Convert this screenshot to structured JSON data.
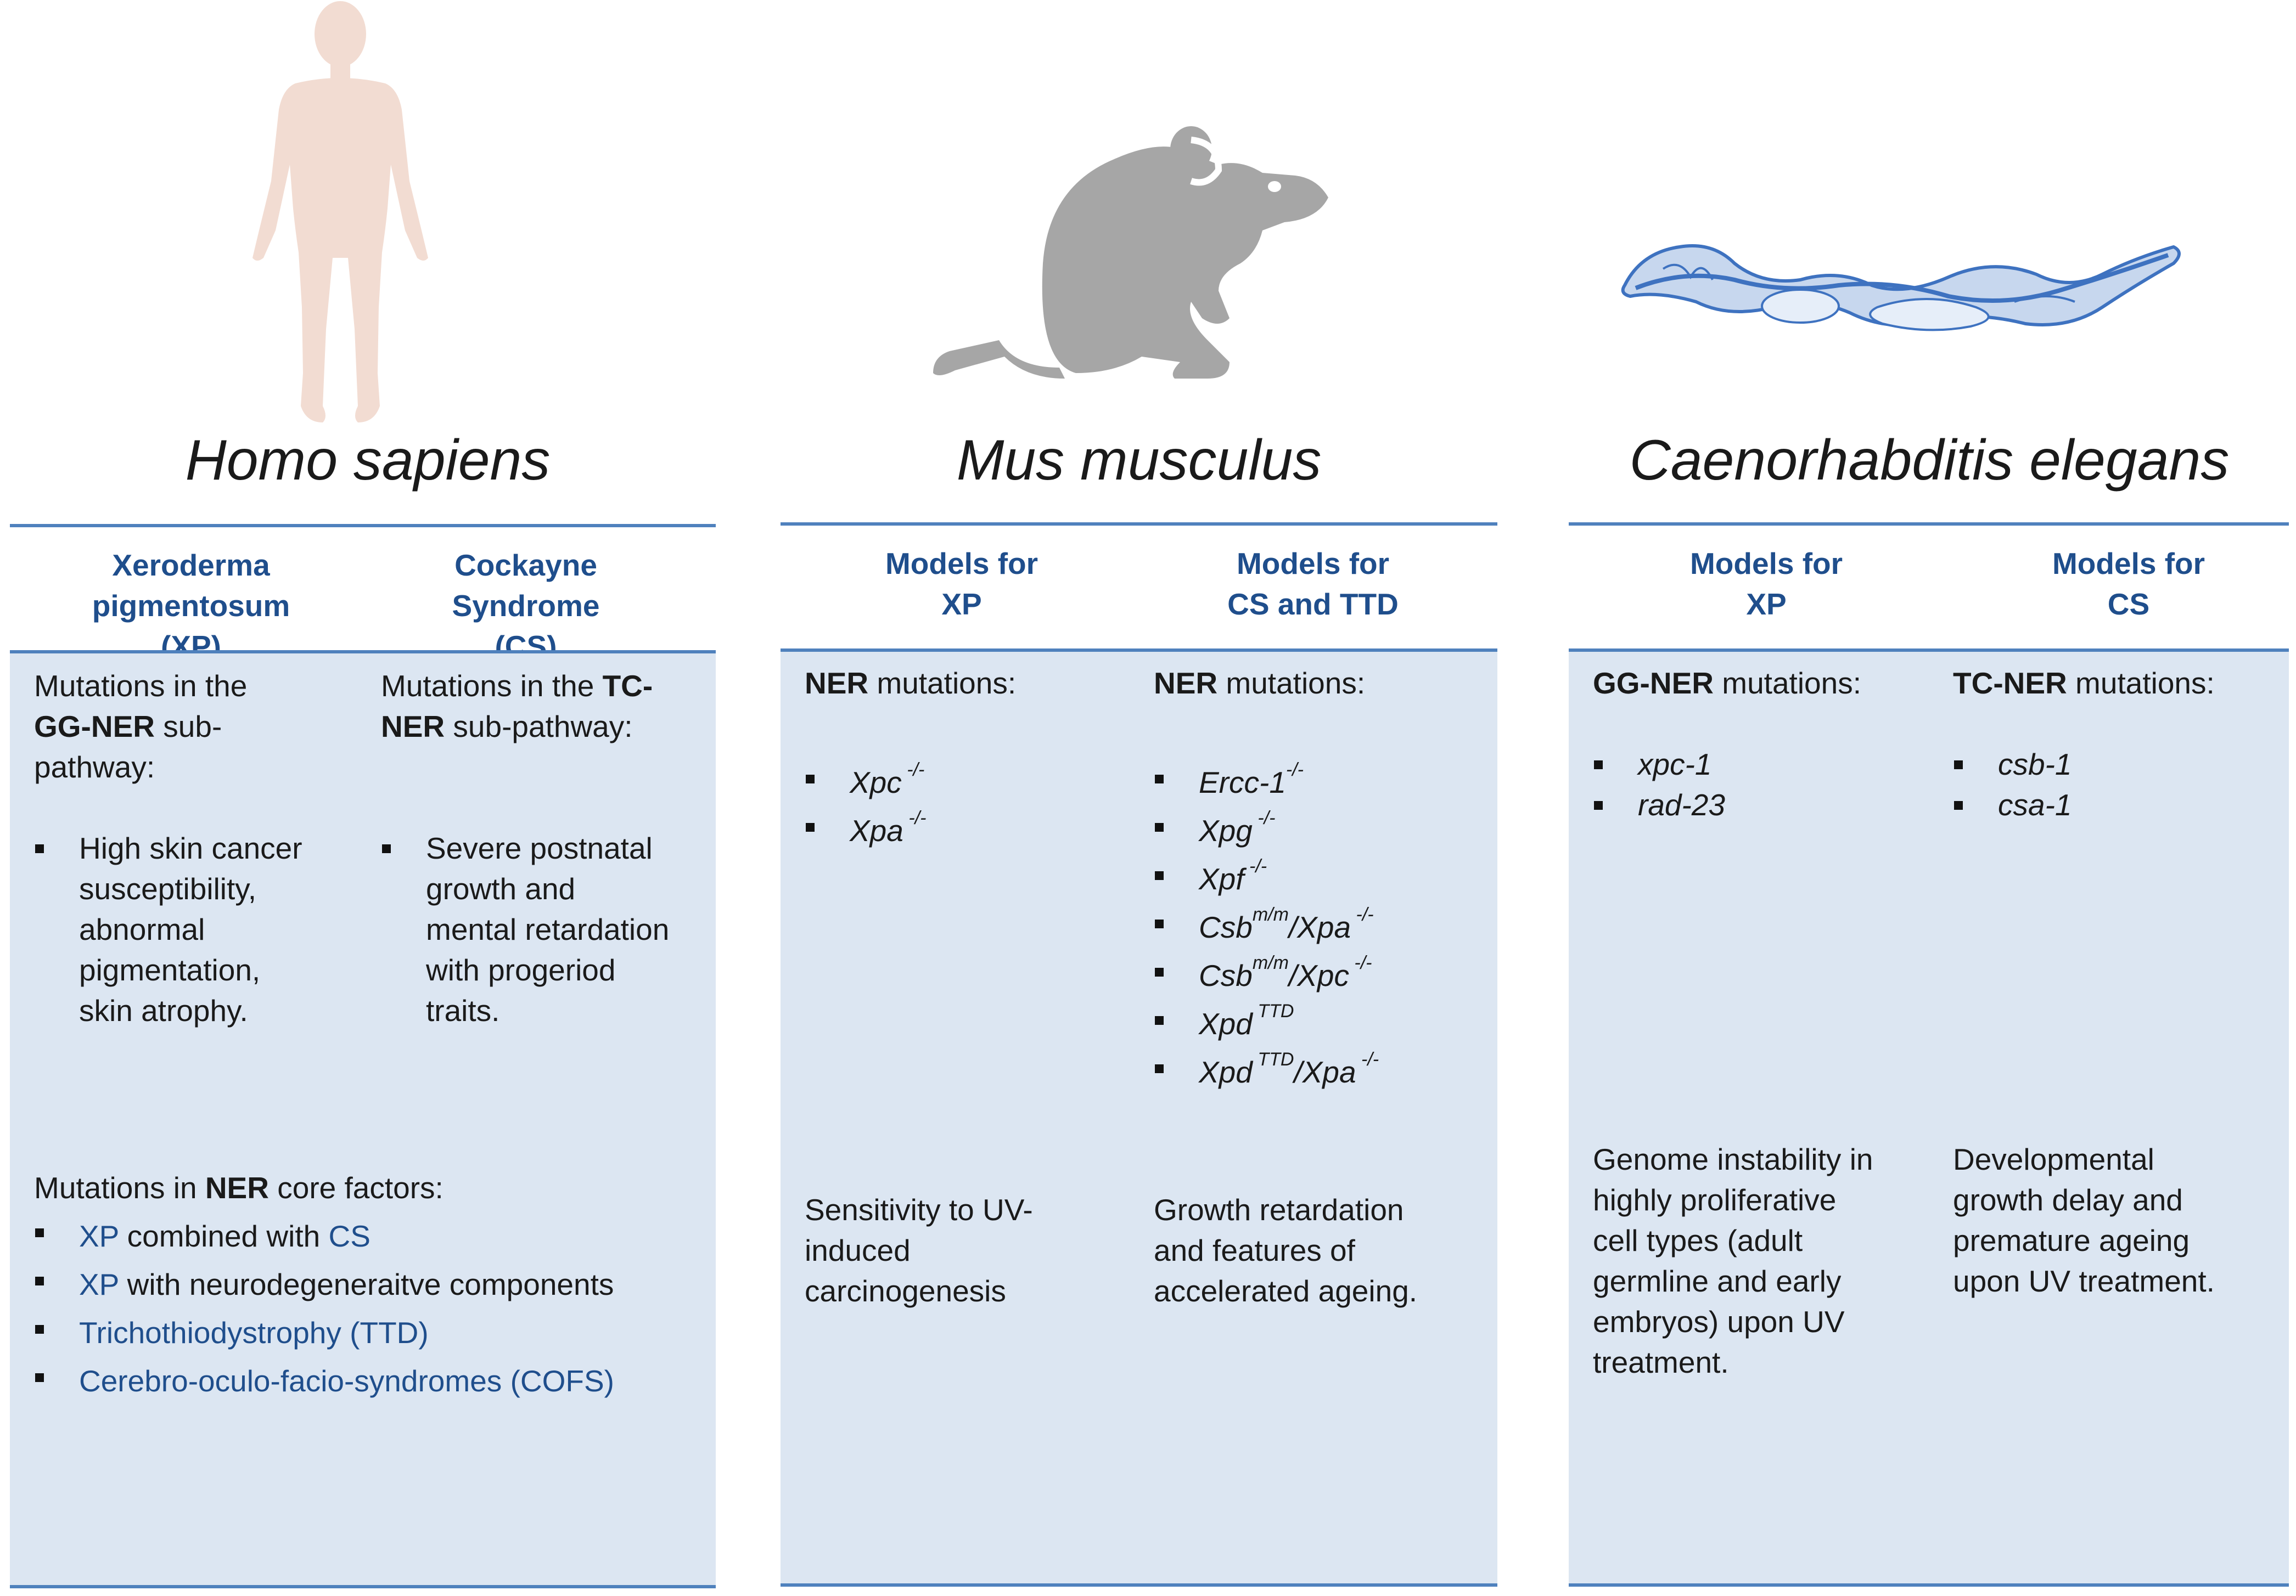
{
  "organisms": [
    {
      "title": "Homo sapiens"
    },
    {
      "title": "Mus musculus"
    },
    {
      "title": "Caenorhabditis elegans"
    }
  ],
  "human": {
    "headers": [
      {
        "l1": "Xeroderma",
        "l2": "pigmentosum",
        "l3": "(XP)"
      },
      {
        "l1": "Cockayne",
        "l2": "Syndrome",
        "l3": "(CS)"
      }
    ],
    "left": {
      "intro_a": "Mutations  in the",
      "intro_bold": "GG-NER",
      "intro_b": " sub-",
      "intro_c": "pathway:",
      "bullet_lines": [
        "High skin cancer",
        "susceptibility,",
        "abnormal",
        "pigmentation,",
        "skin atrophy."
      ]
    },
    "right": {
      "intro_a": "Mutations in the ",
      "intro_bold1": "TC-",
      "intro_bold2": "NER",
      "intro_b": " sub-pathway:",
      "bullet_lines": [
        "Severe postnatal",
        "growth and",
        "mental retardation",
        "with progeriod",
        "traits."
      ]
    },
    "core": {
      "intro_a": "Mutations in ",
      "intro_bold": "NER",
      "intro_b": " core factors:",
      "items": [
        {
          "a": "XP",
          "b": " combined with ",
          "c": "CS"
        },
        {
          "a": "XP",
          "b": " with neurodegeneraitve components"
        },
        {
          "a": "Trichothiodystrophy (TTD)"
        },
        {
          "a": "Cerebro-oculo-facio-syndromes (COFS)"
        }
      ]
    }
  },
  "mouse": {
    "headers": [
      {
        "l1": "Models for",
        "l2": "XP"
      },
      {
        "l1": "Models for",
        "l2": "CS and TTD"
      }
    ],
    "left": {
      "intro_bold": "NER",
      "intro_b": " mutations:",
      "genes": [
        {
          "name": "Xpc",
          "sup": " -/-"
        },
        {
          "name": "Xpa",
          "sup": " -/-"
        }
      ],
      "phenotype": [
        "Sensitivity to UV-",
        "induced",
        "carcinogenesis"
      ]
    },
    "right": {
      "intro_bold": "NER",
      "intro_b": " mutations:",
      "genes": [
        {
          "name": "Ercc-1",
          "sup": "-/-",
          "rest": "",
          "rest_sup": ""
        },
        {
          "name": "Xpg",
          "sup": " -/-",
          "rest": "",
          "rest_sup": ""
        },
        {
          "name": "Xpf",
          "sup": " -/-",
          "rest": "",
          "rest_sup": ""
        },
        {
          "name": "Csb",
          "sup": "m/m",
          "rest": "/Xpa",
          "rest_sup": " -/-"
        },
        {
          "name": "Csb",
          "sup": "m/m",
          "rest": "/Xpc",
          "rest_sup": " -/-"
        },
        {
          "name": "Xpd",
          "sup": " TTD",
          "rest": "",
          "rest_sup": ""
        },
        {
          "name": "Xpd",
          "sup": " TTD",
          "rest": "/Xpa",
          "rest_sup": " -/-"
        }
      ],
      "phenotype": [
        "Growth retardation",
        "and features of",
        "accelerated ageing."
      ]
    }
  },
  "worm": {
    "headers": [
      {
        "l1": "Models for",
        "l2": "XP"
      },
      {
        "l1": "Models for",
        "l2": "CS"
      }
    ],
    "left": {
      "intro_bold": "GG-NER",
      "intro_b": " mutations:",
      "genes": [
        "xpc-1",
        "rad-23"
      ],
      "phenotype": [
        "Genome instability in",
        "highly proliferative",
        "cell types (adult",
        "germline and early",
        "embryos) upon UV",
        "treatment."
      ]
    },
    "right": {
      "intro_bold": "TC-NER",
      "intro_b": " mutations:",
      "genes": [
        "csb-1",
        "csa-1"
      ],
      "phenotype": [
        "Developmental",
        "growth delay and",
        "premature ageing",
        "upon UV treatment."
      ]
    }
  },
  "colors": {
    "rule": "#4f81bd",
    "panel": "#dce6f2",
    "header_text": "#1f4e8c",
    "human_figure": "#f2dcd2",
    "mouse": "#a6a6a6",
    "worm": "#3e72c0"
  }
}
